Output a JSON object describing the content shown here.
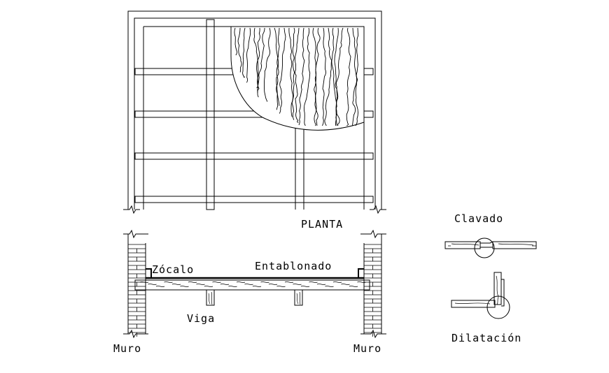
{
  "labels": {
    "planta": "PLANTA",
    "zocalo": "Zócalo",
    "entablonado": "Entablonado",
    "viga": "Viga",
    "muro_left": "Muro",
    "muro_right": "Muro",
    "clavado": "Clavado",
    "dilatacion": "Dilatación"
  }
}
